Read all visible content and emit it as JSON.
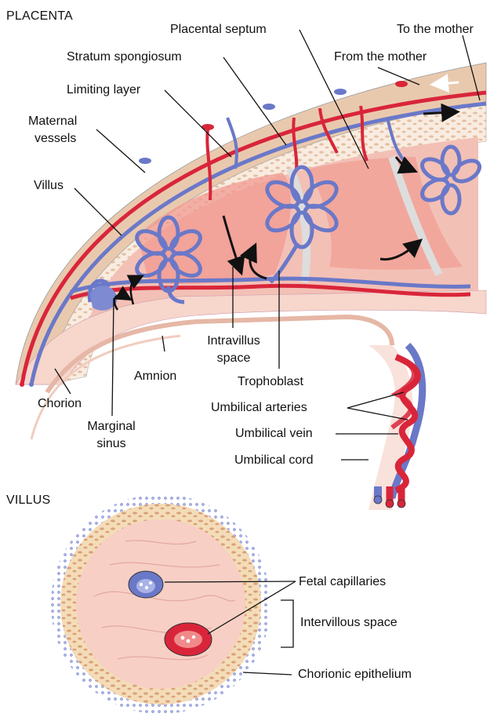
{
  "sections": {
    "placenta": "PLACENTA",
    "villus": "VILLUS"
  },
  "labels": {
    "placental_septum": "Placental septum",
    "to_the_mother": "To the mother",
    "stratum_spongiosum": "Stratum spongiosum",
    "from_the_mother": "From the mother",
    "limiting_layer": "Limiting layer",
    "maternal_vessels_1": "Maternal",
    "maternal_vessels_2": "vessels",
    "villus": "Villus",
    "intravillus_space_1": "Intravillus",
    "intravillus_space_2": "space",
    "amnion": "Amnion",
    "trophoblast": "Trophoblast",
    "chorion": "Chorion",
    "umbilical_arteries": "Umbilical arteries",
    "marginal_sinus_1": "Marginal",
    "marginal_sinus_2": "sinus",
    "umbilical_vein": "Umbilical vein",
    "umbilical_cord": "Umbilical cord",
    "fetal_capillaries": "Fetal capillaries",
    "intervillous_space": "Intervillous space",
    "chorionic_epithelium": "Chorionic epithelium"
  },
  "colors": {
    "artery": "#d9253a",
    "artery_light": "#f08a8a",
    "vein": "#6a78c8",
    "vein_light": "#a9b2e6",
    "tissue_pink": "#f7d6cc",
    "tissue_tan": "#e8c8a8",
    "cell_tan": "#d69b72",
    "space_pink": "#f19a90",
    "outline": "#222222"
  }
}
